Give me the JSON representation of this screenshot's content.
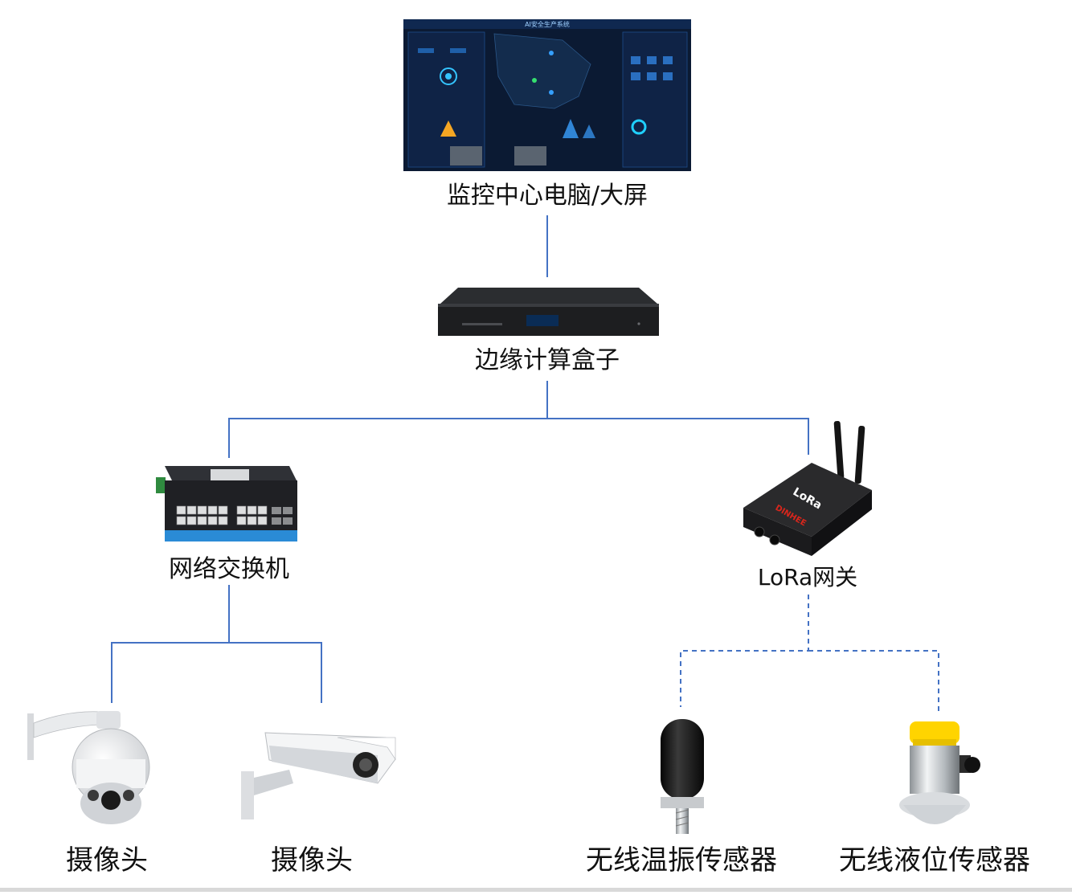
{
  "diagram": {
    "nodes": {
      "monitor": {
        "label": "监控中心电脑/大屏"
      },
      "screen_title": "AI安全生产系统",
      "edge_box": {
        "label": "边缘计算盒子"
      },
      "switch": {
        "label": "网络交换机"
      },
      "lora_gateway": {
        "label": "LoRa网关",
        "device_text": "LoRa",
        "brand": "DINHEE"
      },
      "camera_dome": {
        "label": "摄像头"
      },
      "camera_bullet": {
        "label": "摄像头"
      },
      "temp_vibration_sensor": {
        "label": "无线温振传感器"
      },
      "level_sensor": {
        "label": "无线液位传感器"
      }
    },
    "edges": [
      {
        "from": "monitor",
        "to": "edge_box",
        "style": "solid"
      },
      {
        "from": "edge_box",
        "to": "switch",
        "style": "solid"
      },
      {
        "from": "edge_box",
        "to": "lora_gateway",
        "style": "solid"
      },
      {
        "from": "switch",
        "to": "camera_dome",
        "style": "solid"
      },
      {
        "from": "switch",
        "to": "camera_bullet",
        "style": "solid"
      },
      {
        "from": "lora_gateway",
        "to": "temp_vibration_sensor",
        "style": "dashed"
      },
      {
        "from": "lora_gateway",
        "to": "level_sensor",
        "style": "dashed"
      }
    ],
    "colors": {
      "connector": "#4472c4",
      "screen_bg": "#0b1a33",
      "lora_red": "#d9261c",
      "sensor_yellow": "#ffd400"
    }
  }
}
